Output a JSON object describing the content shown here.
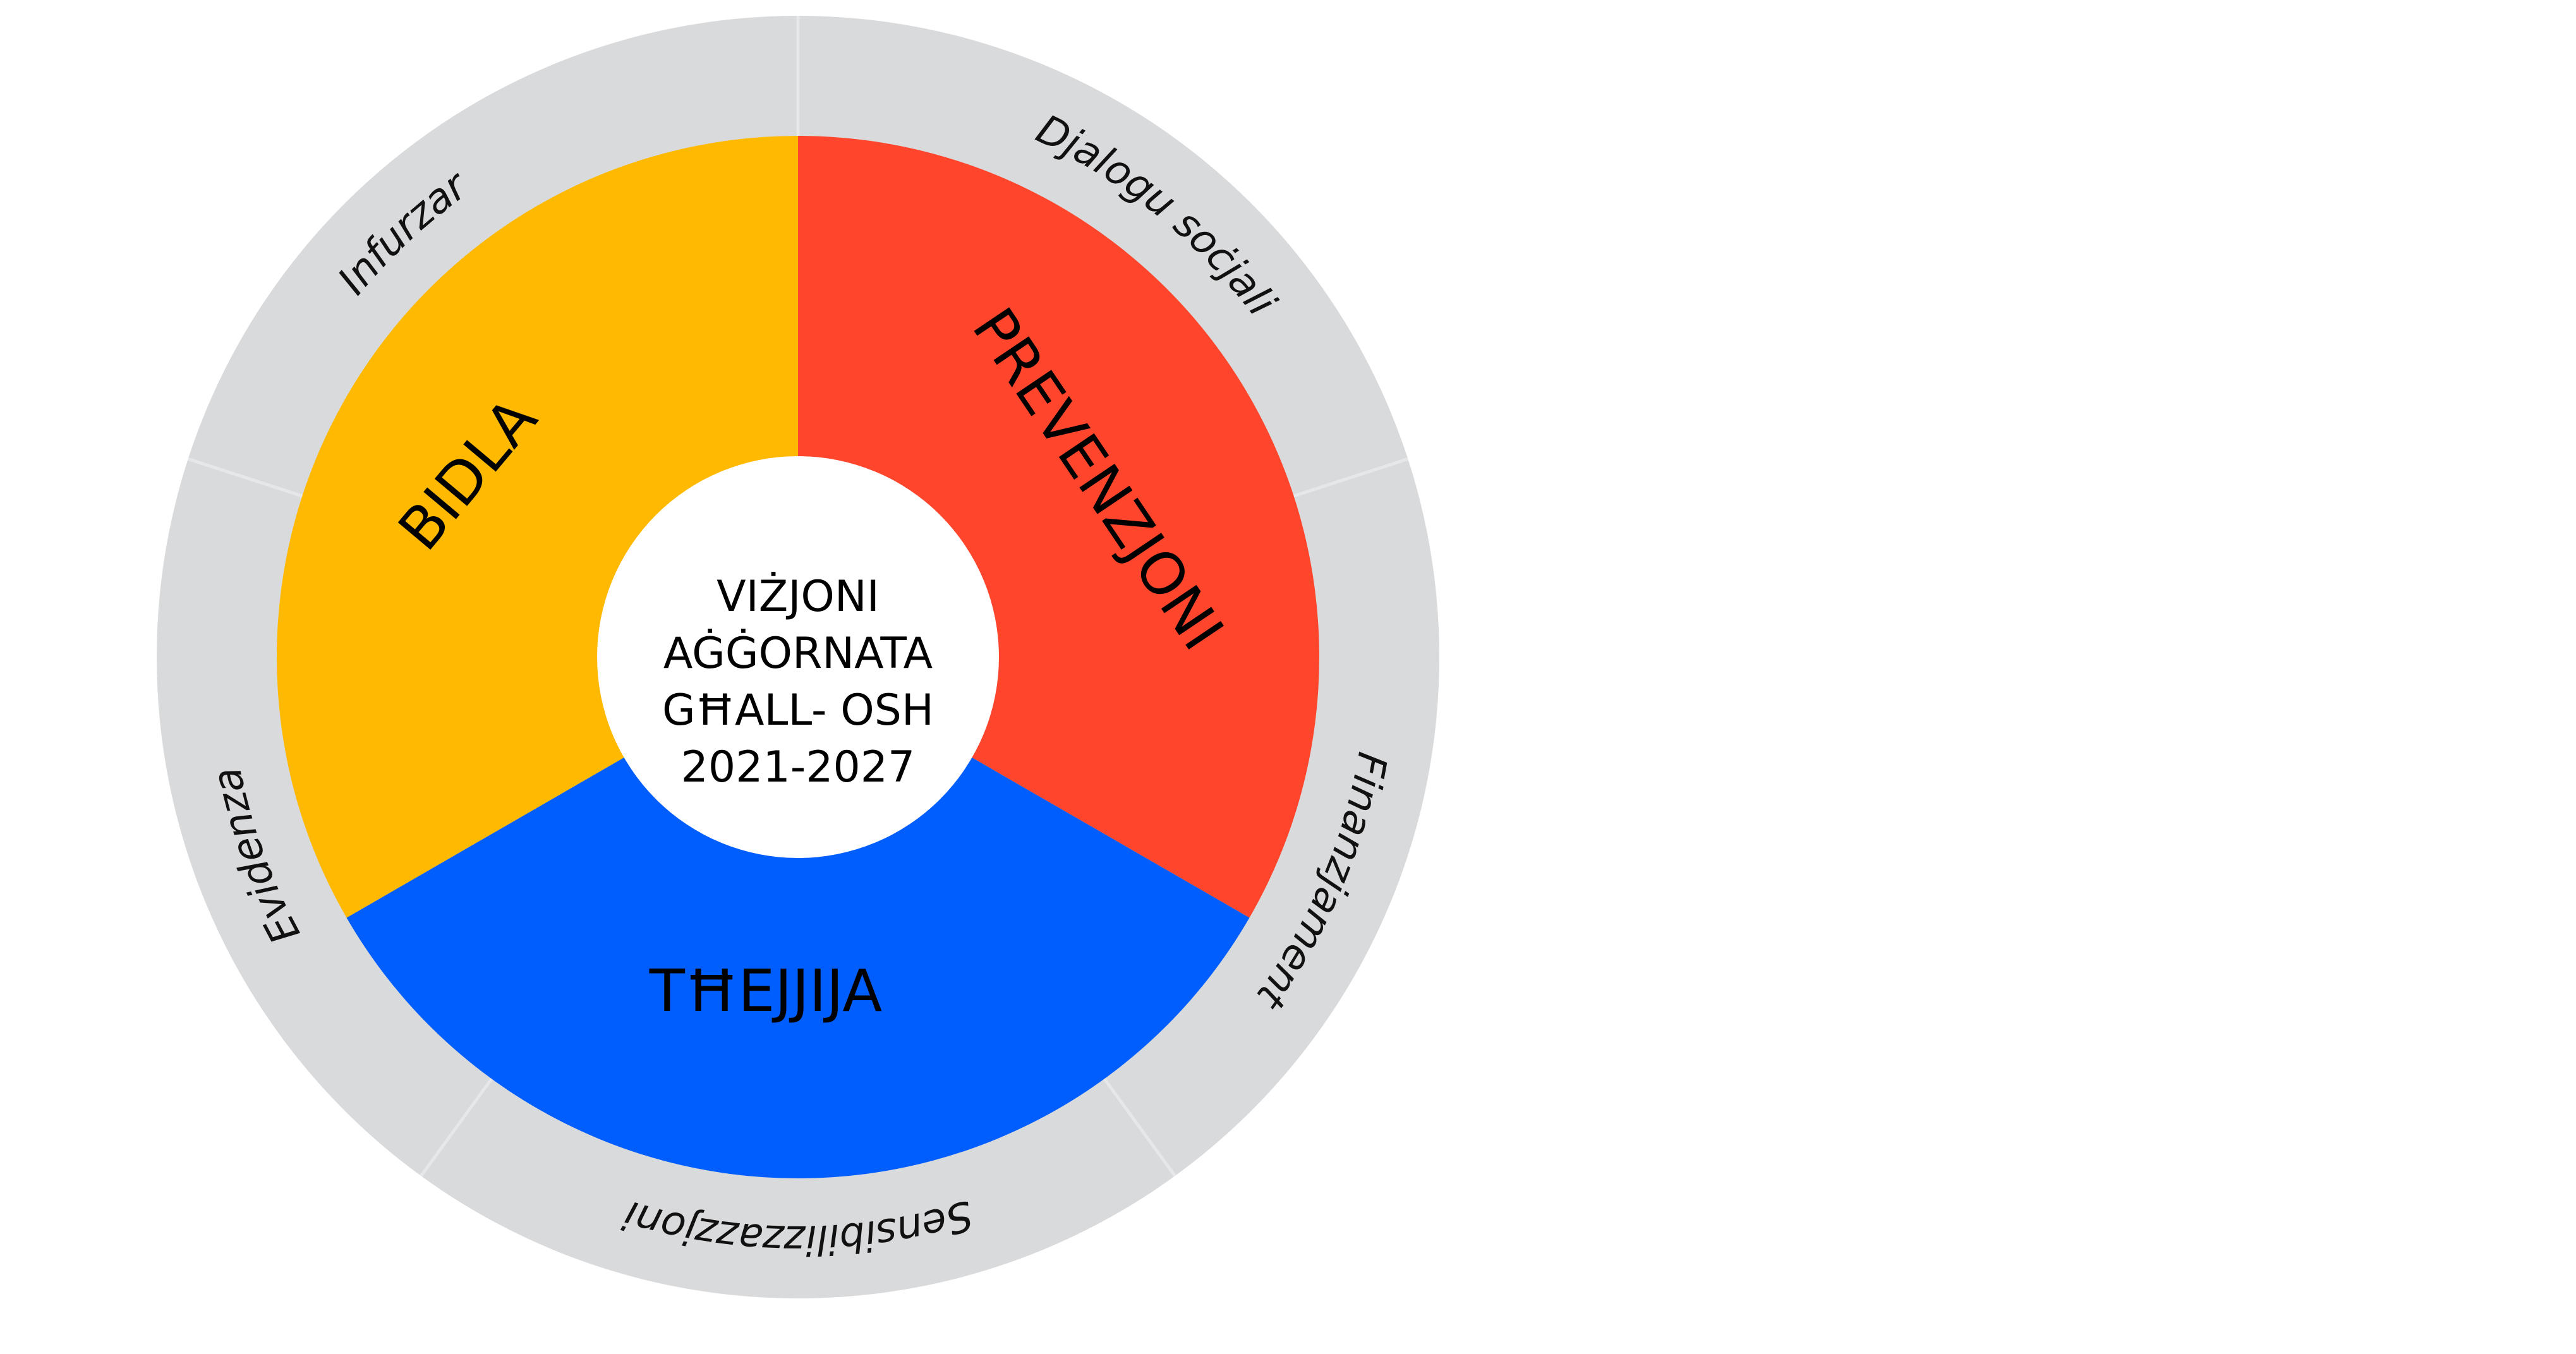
{
  "center": {
    "lines": [
      "VIŻJONI",
      "AĠĠORNATA",
      "GĦALL- OSH",
      "2021-2027"
    ]
  },
  "pillars": [
    {
      "label": "PREVENZJONI",
      "color": "#FF462D"
    },
    {
      "label": "TĦEJJIJA",
      "color": "#005EFF"
    },
    {
      "label": "BIDLA",
      "color": "#FFB900"
    }
  ],
  "enablers": [
    {
      "label": "Djalogu soċjali"
    },
    {
      "label": "Finanzjament"
    },
    {
      "label": "Sensibilizzazzjoni"
    },
    {
      "label": "Evidenza"
    },
    {
      "label": "Infurzar"
    }
  ],
  "colors": {
    "ring": "#D9DADC",
    "ring_divider": "#E6E7E9",
    "center": "#FFFFFF"
  }
}
